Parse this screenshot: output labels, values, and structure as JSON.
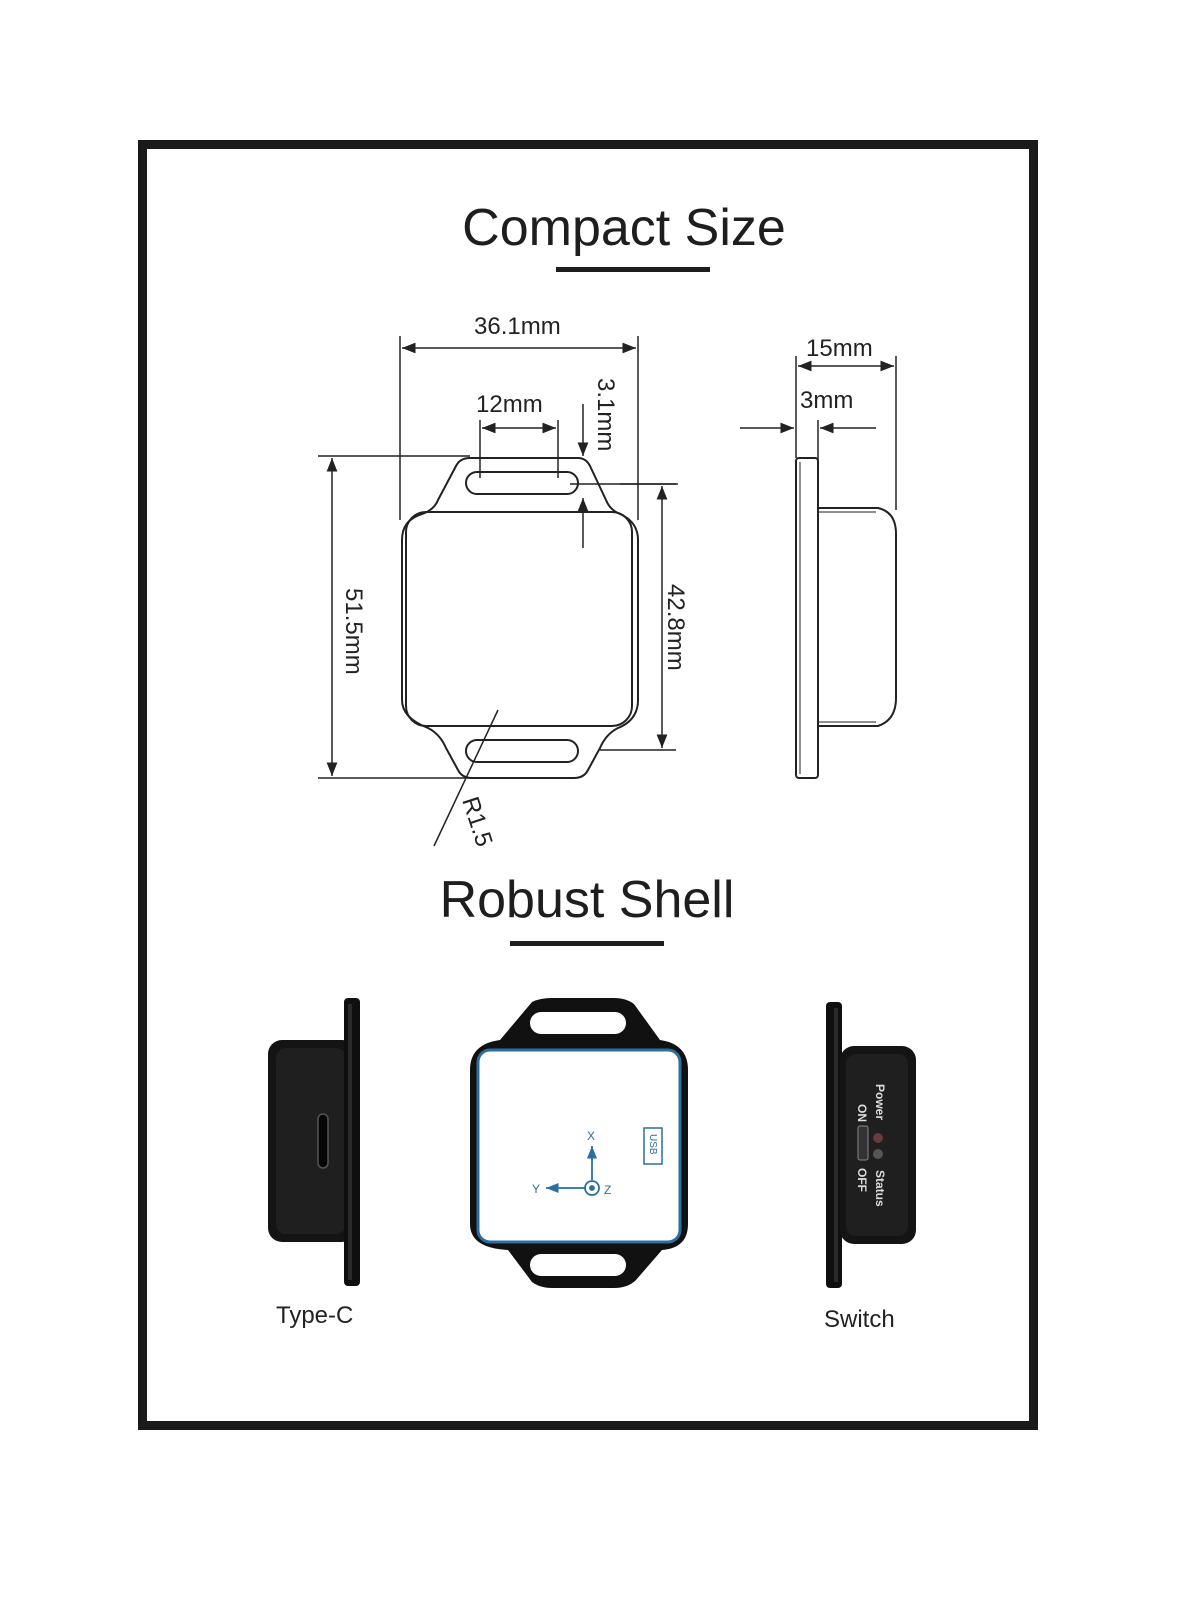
{
  "sections": {
    "compact": {
      "title": "Compact Size"
    },
    "robust": {
      "title": "Robust Shell"
    }
  },
  "dimensions": {
    "width": "36.1mm",
    "slot_width": "12mm",
    "slot_offset": "3.1mm",
    "total_height": "51.5mm",
    "body_height": "42.8mm",
    "radius": "R1.5",
    "depth": "15mm",
    "flange": "3mm"
  },
  "device_labels": {
    "usb": "USB",
    "axis_x": "X",
    "axis_y": "Y",
    "axis_z": "Z",
    "power": "Power",
    "status": "Status",
    "on": "ON",
    "off": "OFF"
  },
  "captions": {
    "left": "Type-C",
    "right": "Switch"
  },
  "colors": {
    "frame": "#1a1a1a",
    "shell": "#141414",
    "face_border": "#2b6f9e",
    "axis": "#2b6f9e"
  }
}
